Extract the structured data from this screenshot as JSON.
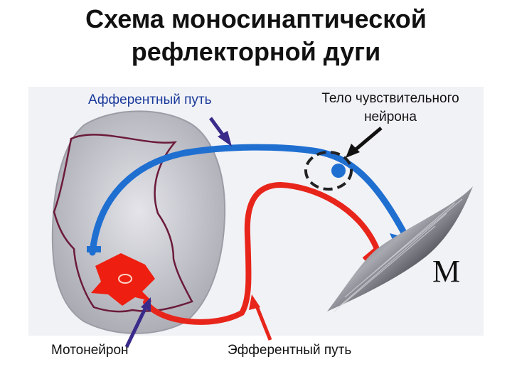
{
  "slide": {
    "title_line1": "Схема моносинаптической",
    "title_line2": "рефлекторной дуги"
  },
  "labels": {
    "afferent_path": "Афферентный путь",
    "sensory_body_line1": "Тело чувствительного",
    "sensory_body_line2": "нейрона",
    "motoneuron": "Мотонейрон",
    "efferent_path": "Эфферентный путь",
    "muscle_letter": "M"
  },
  "colors": {
    "afferent": "#1f6fd1",
    "efferent": "#e8251b",
    "motoneuron_body": "#ee1f10",
    "spinal_outline": "#6b1b3a",
    "spinal_cord": "#c9c9cf",
    "arrow_afferent": "#3a2a8a",
    "arrow_efferent": "#e8251b",
    "arrow_body": "#111111",
    "muscle": "#5a5a62"
  }
}
